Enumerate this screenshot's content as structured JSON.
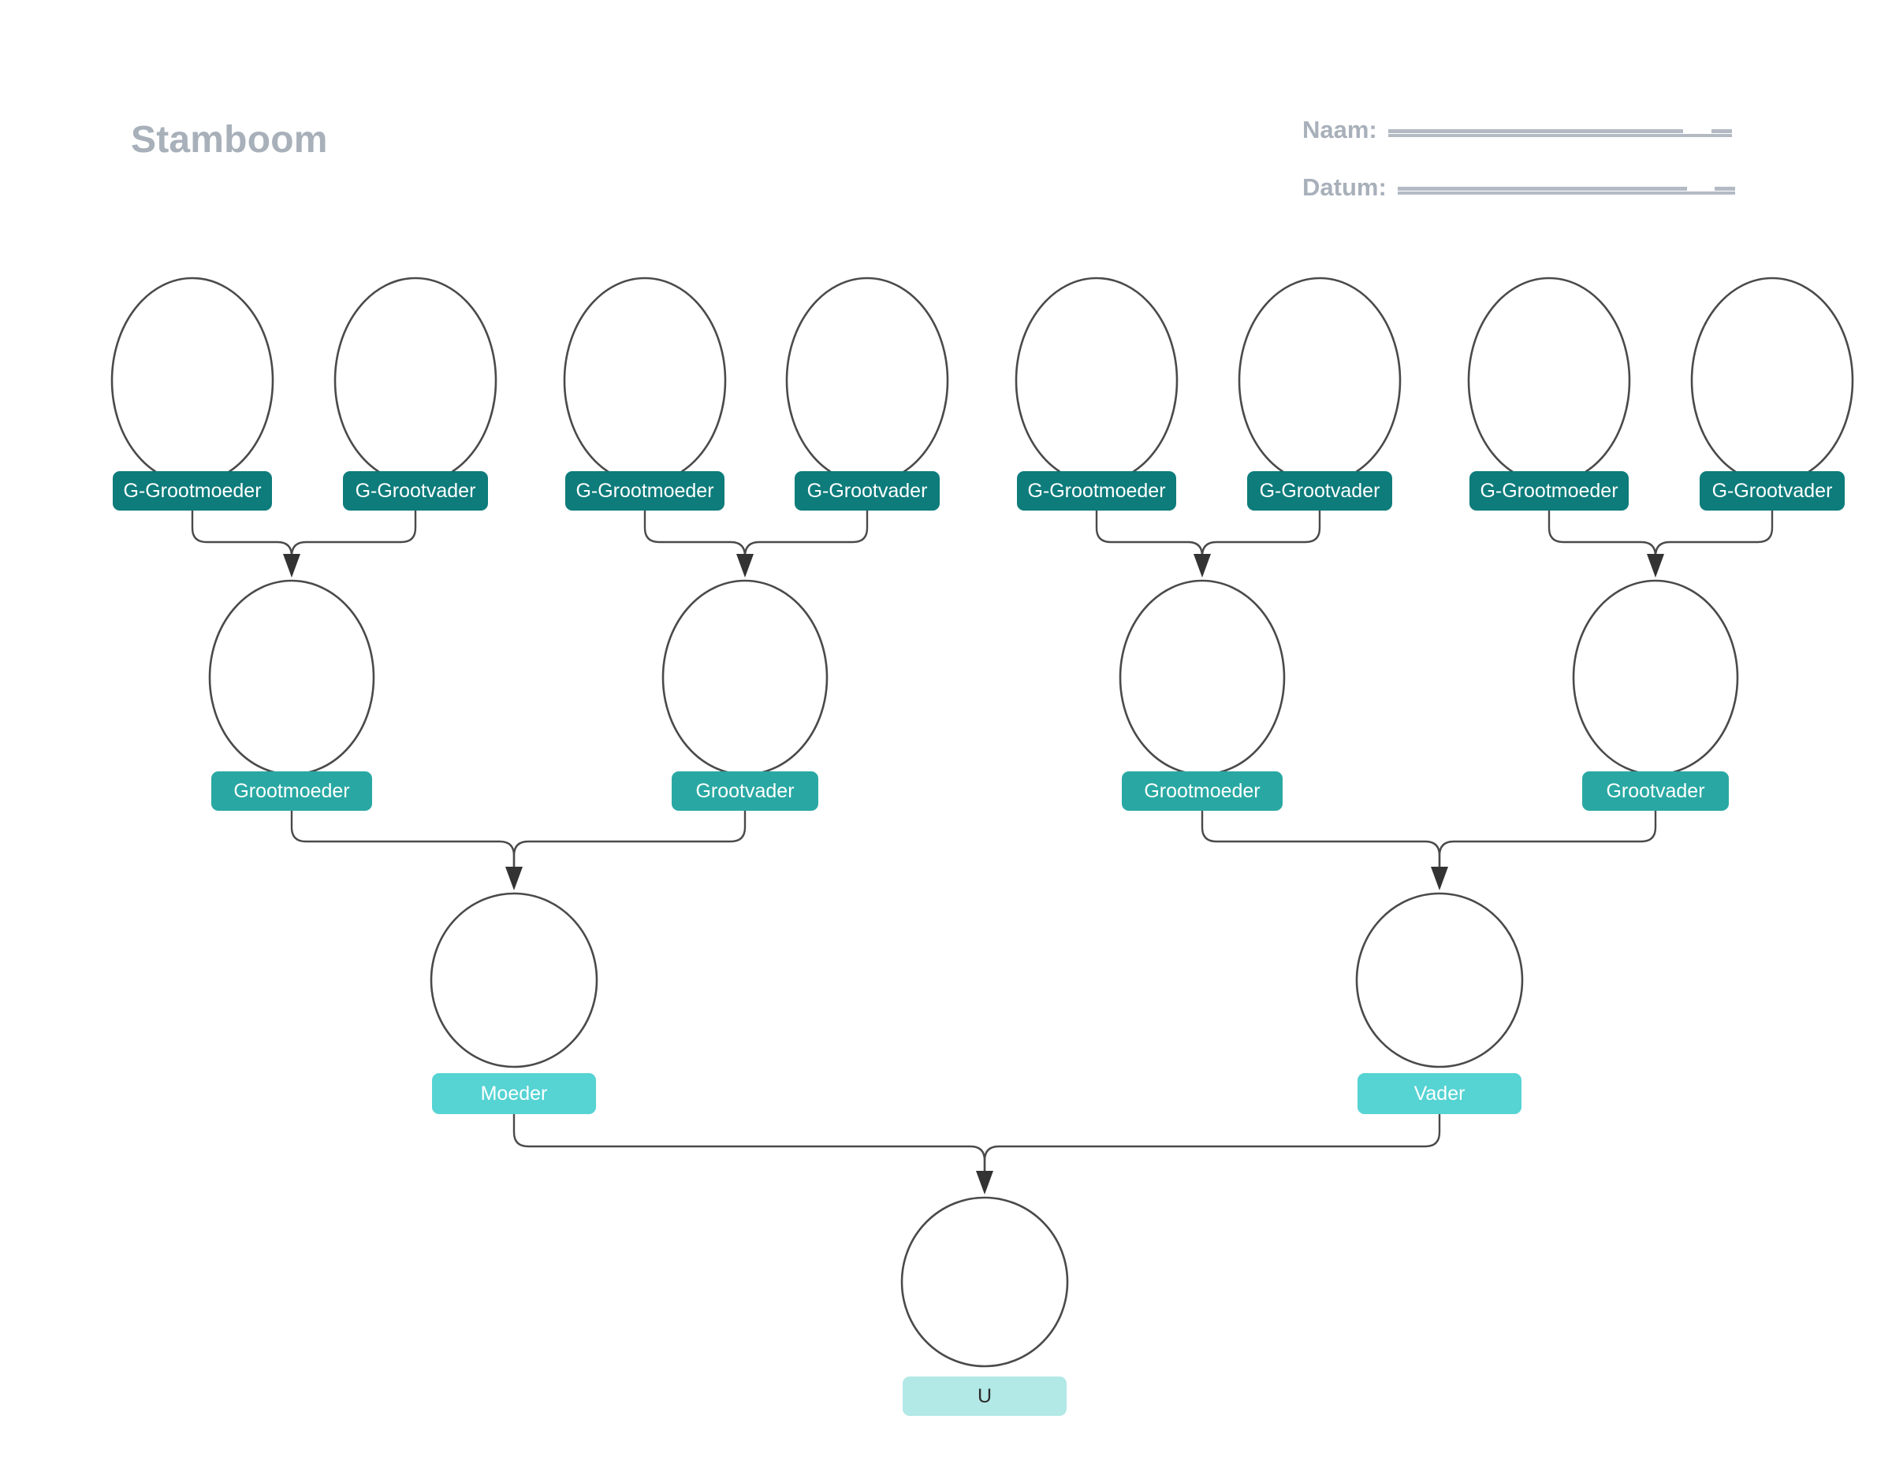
{
  "header": {
    "title": "Stamboom",
    "fields": [
      {
        "label": "Naam:",
        "value": ""
      },
      {
        "label": "Datum:",
        "value": ""
      }
    ]
  },
  "colors": {
    "title": "#a8b0ba",
    "rule": "#b4bac4",
    "ellipse_stroke": "#4a4a4a",
    "connector": "#4a4a4a",
    "tier_great_grandparent": "#0d7c7b",
    "tier_grandparent": "#29a8a3",
    "tier_parent": "#56d3d3",
    "tier_self": "#b2e8e6",
    "background": "#ffffff"
  },
  "tree": {
    "great_grandparents": [
      {
        "label": "G-Grootmoeder"
      },
      {
        "label": "G-Grootvader"
      },
      {
        "label": "G-Grootmoeder"
      },
      {
        "label": "G-Grootvader"
      },
      {
        "label": "G-Grootmoeder"
      },
      {
        "label": "G-Grootvader"
      },
      {
        "label": "G-Grootmoeder"
      },
      {
        "label": "G-Grootvader"
      }
    ],
    "grandparents": [
      {
        "label": "Grootmoeder"
      },
      {
        "label": "Grootvader"
      },
      {
        "label": "Grootmoeder"
      },
      {
        "label": "Grootvader"
      }
    ],
    "parents": [
      {
        "label": "Moeder"
      },
      {
        "label": "Vader"
      }
    ],
    "self": {
      "label": "U"
    }
  }
}
